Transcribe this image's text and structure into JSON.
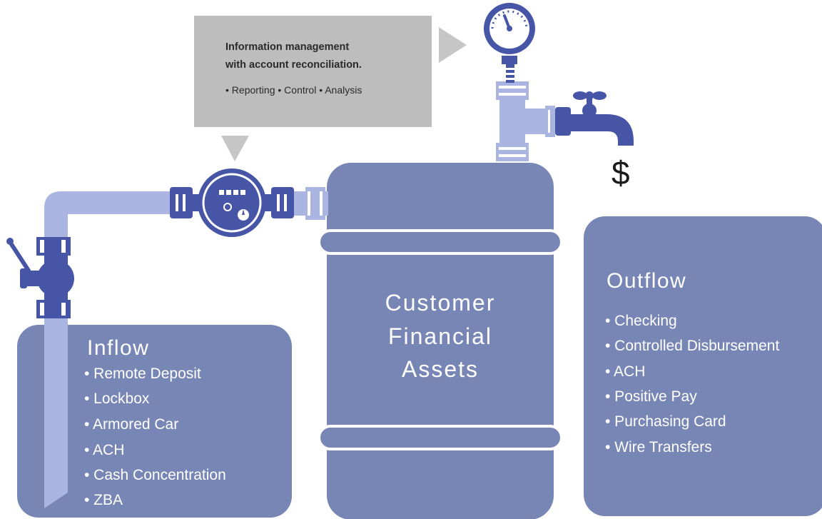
{
  "callout": {
    "line1": "Information management",
    "line2": "with account reconciliation.",
    "line3": "• Reporting • Control • Analysis"
  },
  "tank": {
    "line1": "Customer",
    "line2": "Financial",
    "line3": "Assets"
  },
  "inflow": {
    "title": "Inflow",
    "items": [
      "• Remote Deposit",
      "• Lockbox",
      "• Armored Car",
      "• ACH",
      "• Cash Concentration",
      "• ZBA"
    ]
  },
  "outflow": {
    "title": "Outflow",
    "items": [
      "• Checking",
      "• Controlled Disbursement",
      "• ACH",
      "• Positive Pay",
      "• Purchasing Card",
      "• Wire Transfers"
    ]
  },
  "dollar_sign": "$",
  "colors": {
    "panel": "#7886b5",
    "pipe_light": "#aab5e2",
    "pipe_dark": "#4655a6",
    "callout": "#bdbdbd",
    "arrow": "#c6c6c6"
  },
  "icons": [
    "water-meter-icon",
    "pressure-gauge-icon",
    "faucet-icon",
    "ball-valve-icon"
  ]
}
